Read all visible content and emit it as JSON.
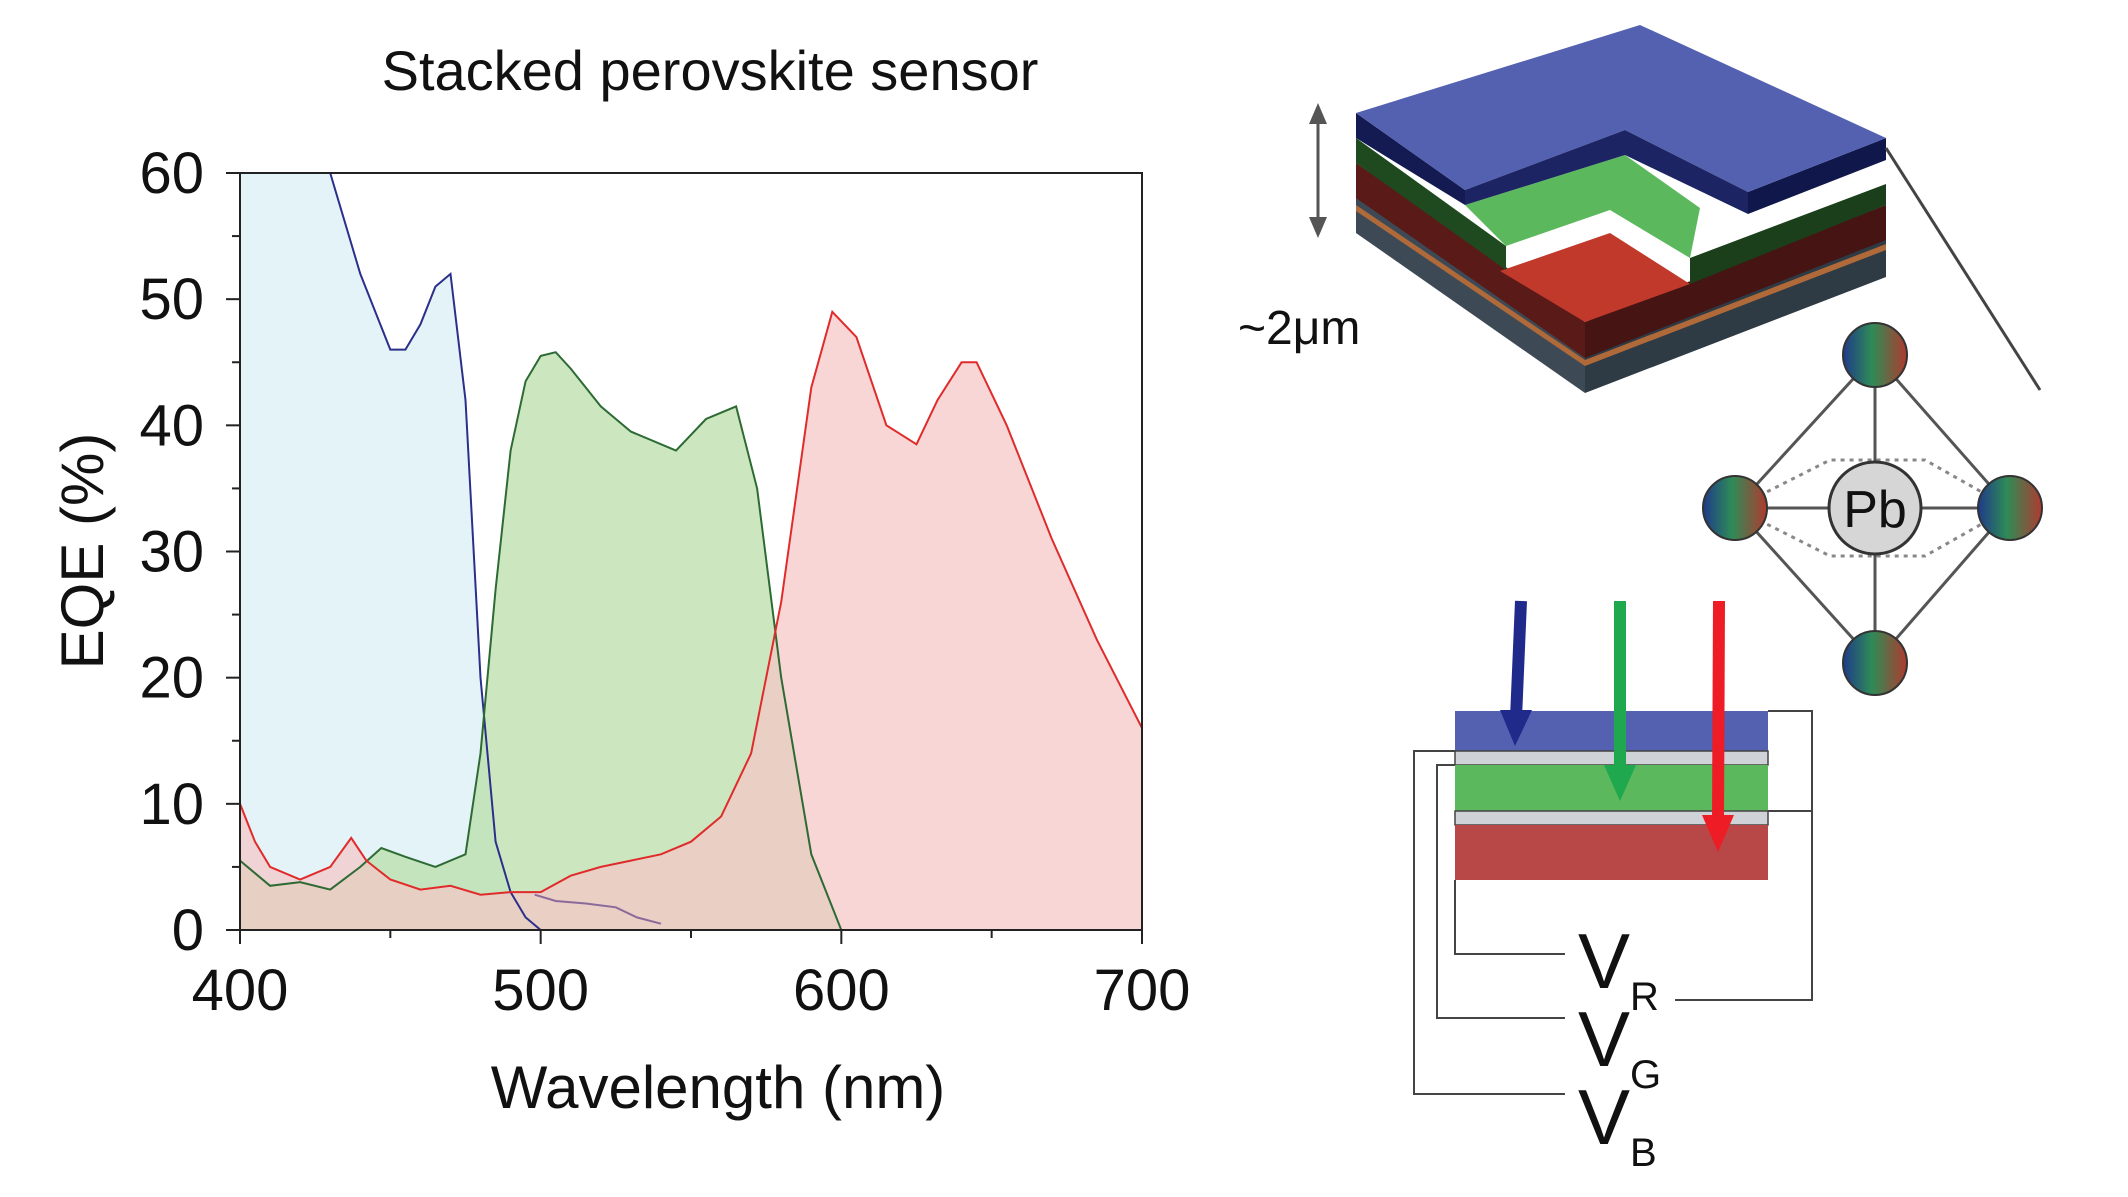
{
  "chart_data": {
    "type": "area",
    "title": "Stacked perovskite sensor",
    "xlabel": "Wavelength (nm)",
    "ylabel": "EQE (%)",
    "xlim": [
      400,
      700
    ],
    "ylim": [
      0,
      60
    ],
    "x_ticks": [
      400,
      500,
      600,
      700
    ],
    "y_ticks": [
      0,
      10,
      20,
      30,
      40,
      50,
      60
    ],
    "grid": false,
    "series": [
      {
        "color_fill": "#d8eef5",
        "color_line": "#2b2f8a",
        "x": [
          400,
          420,
          430,
          440,
          450,
          455,
          460,
          465,
          470,
          475,
          480,
          485,
          490,
          495,
          500
        ],
        "y": [
          60,
          60,
          60,
          52,
          46,
          46,
          48,
          51,
          52,
          42,
          20,
          7,
          3,
          1,
          0
        ]
      },
      {
        "color_fill": "#b9dea8",
        "color_line": "#2d6a34",
        "x": [
          400,
          405,
          410,
          420,
          430,
          440,
          447,
          455,
          465,
          475,
          480,
          485,
          490,
          495,
          500,
          505,
          510,
          520,
          530,
          545,
          555,
          565,
          572,
          580,
          590,
          600
        ],
        "y": [
          5.5,
          4.5,
          3.5,
          3.8,
          3.2,
          5,
          6.5,
          5.8,
          5,
          6,
          14,
          27,
          38,
          43.5,
          45.5,
          45.8,
          44.5,
          41.5,
          39.5,
          38,
          40.5,
          41.5,
          35,
          20,
          6,
          0
        ]
      },
      {
        "color_fill": "#f5c6c6",
        "color_line": "#e02b2b",
        "x": [
          400,
          405,
          410,
          420,
          430,
          437,
          442,
          450,
          460,
          470,
          480,
          490,
          500,
          510,
          520,
          530,
          540,
          550,
          560,
          570,
          580,
          590,
          597,
          605,
          615,
          625,
          632,
          640,
          645,
          655,
          670,
          685,
          700
        ],
        "y": [
          10,
          7,
          5,
          4,
          5,
          7.3,
          5.5,
          4,
          3.2,
          3.5,
          2.8,
          3,
          3,
          4.3,
          5,
          5.5,
          6,
          7,
          9,
          14,
          26,
          43,
          49,
          47,
          40,
          38.5,
          42,
          45,
          45,
          40,
          31,
          23,
          16
        ]
      },
      {
        "color_fill": "none",
        "color_line": "#8a6a9a",
        "x": [
          498,
          505,
          515,
          525,
          532,
          540
        ],
        "y": [
          2.8,
          2.3,
          2.1,
          1.8,
          1,
          0.5
        ]
      }
    ]
  },
  "diagram": {
    "thickness_label": "~2μm",
    "atom_label": "Pb",
    "voltage_labels": [
      {
        "main": "V",
        "sub": "R"
      },
      {
        "main": "V",
        "sub": "G"
      },
      {
        "main": "V",
        "sub": "B"
      }
    ],
    "colors": {
      "blue_layer": "#5461b0",
      "green_layer": "#5cb85c",
      "red_layer": "#c0392b",
      "arrow_blue": "#1f2a8a",
      "arrow_green": "#1fa84e",
      "arrow_red": "#ee1c25"
    }
  }
}
